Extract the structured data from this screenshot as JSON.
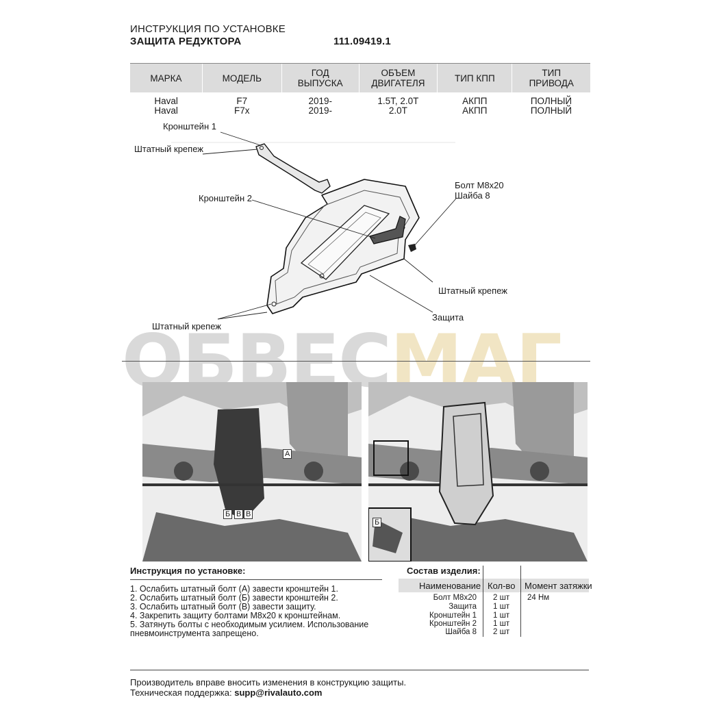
{
  "header": {
    "line1": "ИНСТРУКЦИЯ ПО УСТАНОВКЕ",
    "line2": "ЗАЩИТА РЕДУКТОРА",
    "article": "111.09419.1"
  },
  "spec_table": {
    "columns": [
      "МАРКА",
      "МОДЕЛЬ",
      "ГОД\nВЫПУСКА",
      "ОБЪЕМ\nДВИГАТЕЛЯ",
      "ТИП КПП",
      "ТИП\nПРИВОДА"
    ],
    "rows": [
      [
        "Haval",
        "F7",
        "2019-",
        "1.5T, 2.0T",
        "АКПП",
        "ПОЛНЫЙ"
      ],
      [
        "Haval",
        "F7x",
        "2019-",
        "2.0T",
        "АКПП",
        "ПОЛНЫЙ"
      ]
    ]
  },
  "diagram": {
    "label_bracket1": "Кронштейн 1",
    "label_stock_fastener_top": "Штатный крепеж",
    "label_bracket2": "Кронштейн 2",
    "label_bolt": "Болт M8x20",
    "label_washer": "Шайба 8",
    "label_stock_fastener_right": "Штатный крепеж",
    "label_guard": "Защита",
    "label_stock_fastener_bottom": "Штатный крепеж"
  },
  "watermark": {
    "gray_part": "ОБВЕС",
    "yellow_part": "МАГ"
  },
  "photos": {
    "left_markers": [
      "A",
      "Б",
      "В",
      "В"
    ],
    "right_inset_marker": "Б"
  },
  "instructions": {
    "title": "Инструкция по установке:",
    "steps": [
      "1. Ослабить штатный болт (А) завести кронштейн 1.",
      "2. Ослабить штатный болт (Б) завести кронштейн 2.",
      "3. Ослабить штатный болт (В) завести защиту.",
      "4. Закрепить защиту болтами M8x20 к кронштейнам.",
      "5. Затянуть болты с необходимым усилием. Использование",
      "пневмоинструмента запрещено."
    ]
  },
  "bom": {
    "title": "Состав изделия:",
    "headers": [
      "Наименование",
      "Кол-во",
      "Момент затяжки"
    ],
    "rows": [
      [
        "Болт M8x20",
        "2 шт",
        "24 Нм"
      ],
      [
        "Защита",
        "1 шт",
        ""
      ],
      [
        "Кронштейн 1",
        "1 шт",
        ""
      ],
      [
        "Кронштейн 2",
        "1 шт",
        ""
      ],
      [
        "Шайба 8",
        "2 шт",
        ""
      ]
    ]
  },
  "footer": {
    "notice": "Производитель вправе вносить изменения в конструкцию защиты.",
    "support_label": "Техническая поддержка:",
    "support_email": "supp@rivalauto.com"
  }
}
